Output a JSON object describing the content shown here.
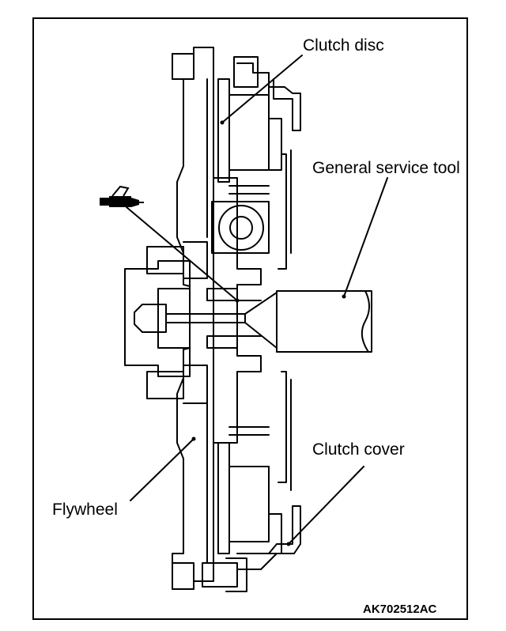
{
  "labels": {
    "clutch_disc": "Clutch disc",
    "general_service_tool": "General service tool",
    "clutch_cover": "Clutch cover",
    "flywheel": "Flywheel"
  },
  "figure_code": "AK702512AC",
  "icons": {
    "grease_gun": "grease-gun-icon"
  },
  "colors": {
    "line": "#000000",
    "background": "#ffffff"
  }
}
